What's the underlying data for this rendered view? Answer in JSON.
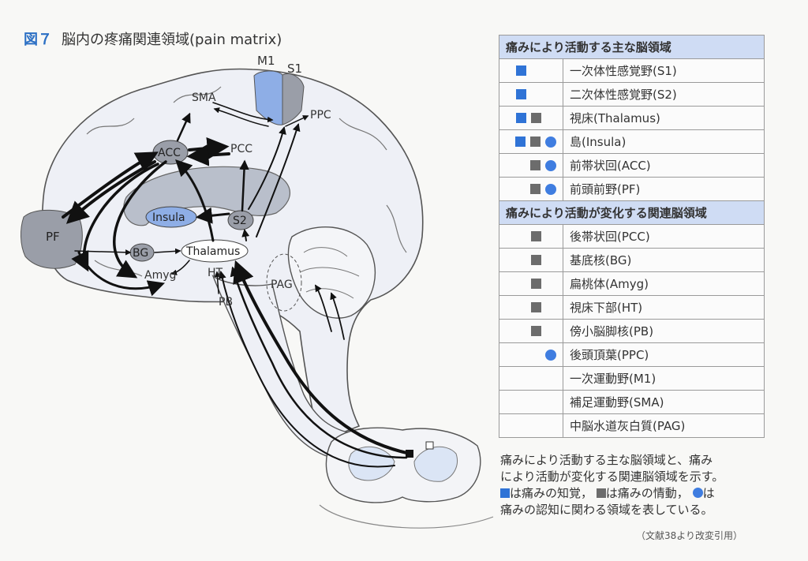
{
  "figure": {
    "number": "図７",
    "title": "脳内の疼痛関連領域(pain matrix)"
  },
  "brain_labels": {
    "m1": "M1",
    "s1": "S1",
    "sma": "SMA",
    "ppc": "PPC",
    "acc": "ACC",
    "pcc": "PCC",
    "pf": "PF",
    "insula": "Insula",
    "s2": "S2",
    "bg": "BG",
    "thalamus": "Thalamus",
    "amyg": "Amyg",
    "ht": "HT",
    "pb": "PB",
    "pag": "PAG"
  },
  "legend": {
    "header1": "痛みにより活動する主な脳領域",
    "header2": "痛みにより活動が変化する関連脳領域",
    "rows1": [
      {
        "label": "一次体性感覚野(S1)",
        "blue": true,
        "gray": false,
        "circle": false
      },
      {
        "label": "二次体性感覚野(S2)",
        "blue": true,
        "gray": false,
        "circle": false
      },
      {
        "label": "視床(Thalamus)",
        "blue": true,
        "gray": true,
        "circle": false
      },
      {
        "label": "島(Insula)",
        "blue": true,
        "gray": true,
        "circle": true
      },
      {
        "label": "前帯状回(ACC)",
        "blue": false,
        "gray": true,
        "circle": true
      },
      {
        "label": "前頭前野(PF)",
        "blue": false,
        "gray": true,
        "circle": true
      }
    ],
    "rows2": [
      {
        "label": "後帯状回(PCC)",
        "blue": false,
        "gray": true,
        "circle": false
      },
      {
        "label": "基底核(BG)",
        "blue": false,
        "gray": true,
        "circle": false
      },
      {
        "label": "扁桃体(Amyg)",
        "blue": false,
        "gray": true,
        "circle": false
      },
      {
        "label": "視床下部(HT)",
        "blue": false,
        "gray": true,
        "circle": false
      },
      {
        "label": "傍小脳脚核(PB)",
        "blue": false,
        "gray": true,
        "circle": false
      },
      {
        "label": "後頭頂葉(PPC)",
        "blue": false,
        "gray": false,
        "circle": true
      },
      {
        "label": "一次運動野(M1)",
        "blue": false,
        "gray": false,
        "circle": false
      },
      {
        "label": "補足運動野(SMA)",
        "blue": false,
        "gray": false,
        "circle": false
      },
      {
        "label": "中脳水道灰白質(PAG)",
        "blue": false,
        "gray": false,
        "circle": false
      }
    ]
  },
  "caption": {
    "line1": "痛みにより活動する主な脳領域と、痛み",
    "line2": "により活動が変化する関連脳領域を示す。",
    "line3a": "は痛みの知覚，",
    "line3b": "は痛みの情動，",
    "line3c": "は",
    "line4": "痛みの認知に関わる領域を表している。",
    "source": "（文献38より改変引用）"
  },
  "colors": {
    "blue": "#2f73d6",
    "gray": "#6c6c6c",
    "circle": "#3f7de0",
    "header_bg": "#cfdcf4",
    "region_blue": "#8eaee6",
    "region_gray": "#9a9ea8"
  }
}
